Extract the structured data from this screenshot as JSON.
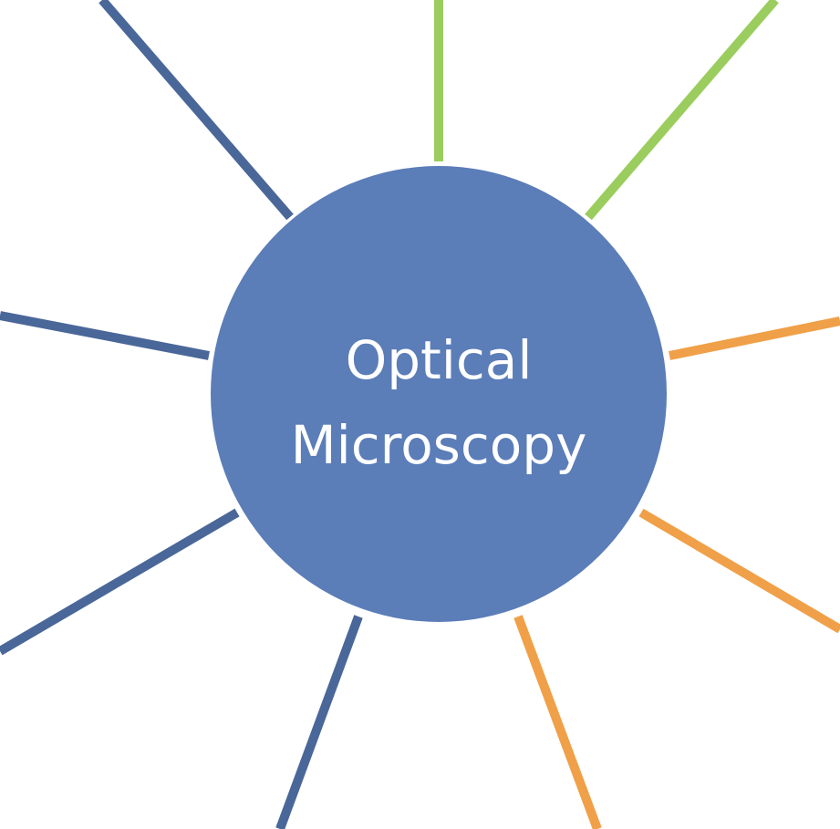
{
  "hub": {
    "label_line1": "Optical",
    "label_line2": "Microscopy",
    "fill_color": "#5B7DB8",
    "text_color": "#FFFFFF"
  },
  "spokes": [
    {
      "name": "spoke-top-left-blue",
      "color": "#4A6799"
    },
    {
      "name": "spoke-top-green",
      "color": "#9ACD5E"
    },
    {
      "name": "spoke-top-right-green",
      "color": "#9ACD5E"
    },
    {
      "name": "spoke-right-upper-orange",
      "color": "#F0A048"
    },
    {
      "name": "spoke-right-lower-orange",
      "color": "#F0A048"
    },
    {
      "name": "spoke-bottom-right-orange",
      "color": "#F0A048"
    },
    {
      "name": "spoke-bottom-blue",
      "color": "#4A6799"
    },
    {
      "name": "spoke-left-lower-blue",
      "color": "#4A6799"
    },
    {
      "name": "spoke-left-upper-blue",
      "color": "#4A6799"
    }
  ]
}
